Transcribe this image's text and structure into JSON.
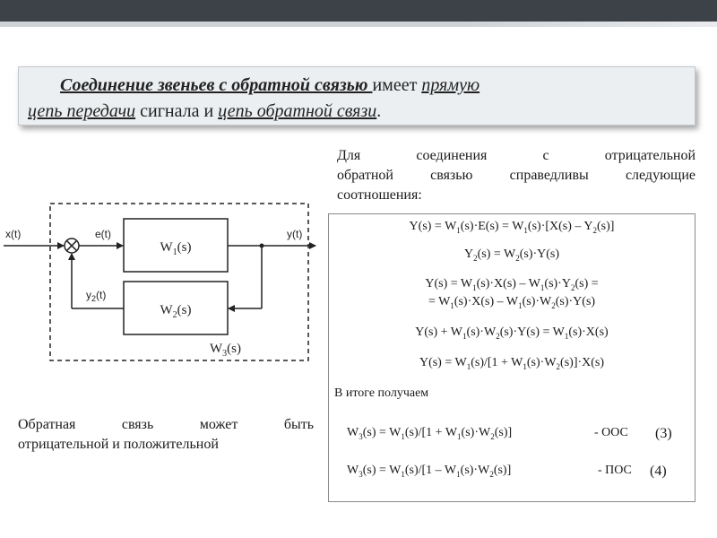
{
  "heading": {
    "p1": "Соединение звеньев с обратной связью ",
    "p2": "имеет ",
    "p3": "прямую",
    "p4": "цепь передачи",
    "p5": " сигнала и ",
    "p6": "цепь обратной связи",
    "p7": "."
  },
  "intro": {
    "line1": "Для соединения с отрицательной",
    "line2": "обратной связью справедливы следующие",
    "line3": "соотношения:"
  },
  "diagram": {
    "x_label": "x(t)",
    "e_label": "e(t)",
    "y_label": "y(t)",
    "y2_label": "y2(t)",
    "w1_label": "W1(s)",
    "w2_label": "W2(s)",
    "w3_label": "W3(s)"
  },
  "formulas": {
    "f1": "Y(s) = W1(s)·E(s) = W1(s)·[X(s) – Y2(s)]",
    "f2": "Y2(s) = W2(s)·Y(s)",
    "f3a": "Y(s) = W1(s)·X(s) – W1(s)·Y2(s) =",
    "f3b": "= W1(s)·X(s) – W1(s)·W2(s)·Y(s)",
    "f4": "Y(s) + W1(s)·W2(s)·Y(s) =  W1(s)·X(s)",
    "f5": "Y(s) = W1(s)/[1 + W1(s)·W2(s)]·X(s)",
    "summary_label": "В итоге получаем",
    "r1": "W3(s) = W1(s)/[1 + W1(s)·W2(s)]",
    "r1_tag": "- ООС",
    "r1_num": "(3)",
    "r2": "W3(s) = W1(s)/[1 – W1(s)·W2(s)]",
    "r2_tag": "- ПОС",
    "r2_num": "(4)"
  },
  "note": {
    "line1": "Обратная связь может быть",
    "line2": "отрицательной и положительной"
  }
}
